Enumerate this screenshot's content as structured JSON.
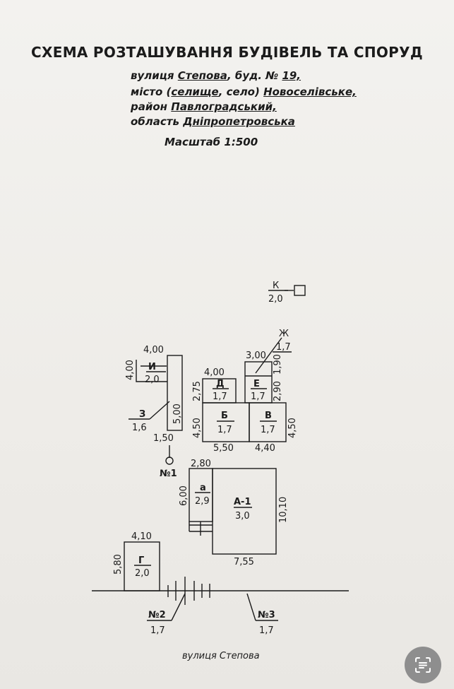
{
  "title": "СХЕМА РОЗТАШУВАННЯ БУДІВЕЛЬ ТА СПОРУД",
  "address": {
    "street_prefix": "вулиця",
    "street": "Степова",
    "house_prefix": ", буд. №",
    "house": "19,",
    "city_prefix": "місто (",
    "city_type": "селище",
    "city_mid": ", село)",
    "city": "Новоселівське,",
    "district_prefix": "район",
    "district": "Павлоградський,",
    "region_prefix": "область",
    "region": "Дніпропетровська"
  },
  "scale": "Масштаб 1:500",
  "buildings": {
    "K": {
      "letter": "К",
      "value": "2,0"
    },
    "Zh": {
      "letter": "Ж",
      "value": "1,7"
    },
    "I": {
      "letter": "И",
      "value": "2,0"
    },
    "Z": {
      "letter": "З",
      "value": "1,6"
    },
    "D": {
      "letter": "Д",
      "value": "1,7"
    },
    "E": {
      "letter": "Е",
      "value": "1,7"
    },
    "B": {
      "letter": "Б",
      "value": "1,7"
    },
    "V": {
      "letter": "В",
      "value": "1,7"
    },
    "a": {
      "letter": "а",
      "value": "2,9"
    },
    "A1": {
      "letter": "А-1",
      "value": "3,0"
    },
    "G": {
      "letter": "Г",
      "value": "2,0"
    }
  },
  "dimensions": {
    "i_width": "4,00",
    "i_height": "4,00",
    "z_height": "5,00",
    "z_width": "1,50",
    "d_width": "4,00",
    "d_height": "2,75",
    "e_width": "3,00",
    "e_height_top": "1,90",
    "e_height": "2,90",
    "b_height": "4,50",
    "v_height": "4,50",
    "b_width": "5,50",
    "v_width": "4,40",
    "a_width": "2,80",
    "a_height": "6,00",
    "a1_height": "10,10",
    "a1_width": "7,55",
    "g_width": "4,10",
    "g_height": "5,80"
  },
  "wells": {
    "n1": "№1",
    "n2": {
      "label": "№2",
      "value": "1,7"
    },
    "n3": {
      "label": "№3",
      "value": "1,7"
    }
  },
  "street_caption": "вулиця Степова"
}
